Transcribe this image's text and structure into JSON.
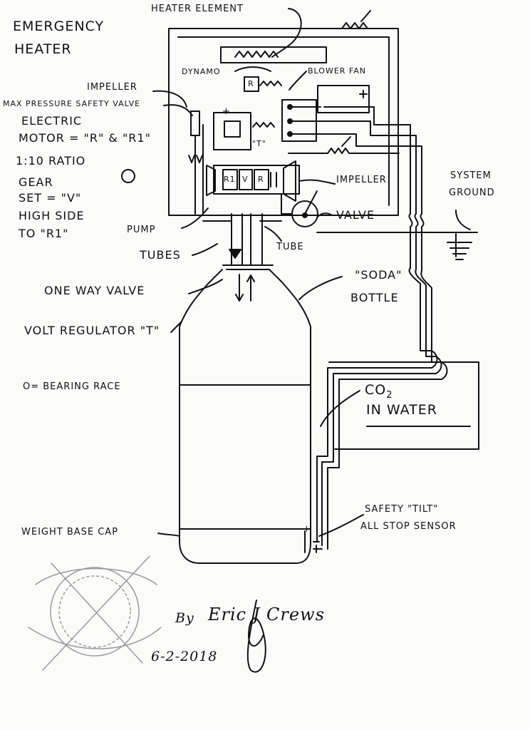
{
  "title": {
    "line1": "EMERGENCY",
    "line2": "HEATER"
  },
  "labels": {
    "heater_element": "HEATER ELEMENT",
    "dynamo": "DYNAMO",
    "blower_fan": "BLOWER FAN",
    "impeller_top": "IMPELLER",
    "max_pressure_valve": "MAX PRESSURE SAFETY VALVE",
    "impeller_right": "IMPELLER",
    "system_ground_1": "SYSTEM",
    "system_ground_2": "GROUND",
    "valve": "VALVE",
    "pump": "PUMP",
    "tubes": "TUBES",
    "tube": "TUBE",
    "one_way_valve": "ONE WAY VALVE",
    "soda_bottle_1": "\"SODA\"",
    "soda_bottle_2": "BOTTLE",
    "volt_regulator": "VOLT REGULATOR \"T\"",
    "bearing_race": "O= BEARING RACE",
    "co2_1": "CO",
    "co2_sub": "2",
    "co2_2": "IN WATER",
    "safety_tilt_1": "SAFETY \"TILT\"",
    "safety_tilt_2": "ALL STOP SENSOR",
    "weight_base_cap": "WEIGHT BASE CAP"
  },
  "notes": {
    "motor_1": "ELECTRIC",
    "motor_2": "MOTOR = \"R\" & \"R1\"",
    "gear_1": "1:10 RATIO",
    "gear_2": "GEAR",
    "gear_3": "SET = \"V\"",
    "gear_4": "HIGH SIDE",
    "gear_5": "TO \"R1\""
  },
  "component_marks": {
    "r_fan": "R",
    "t_regulator": "\"T\"",
    "r_motor": "R",
    "r1_motor": "R1",
    "v_gear": "V",
    "plus": "+",
    "minus": "-"
  },
  "signature": {
    "by": "By",
    "name": "Eric J Crews",
    "date": "6-2-2018"
  },
  "colors": {
    "ink": "#111111",
    "paper": "#fbfbfa",
    "stamp": "#9a9a9a"
  }
}
